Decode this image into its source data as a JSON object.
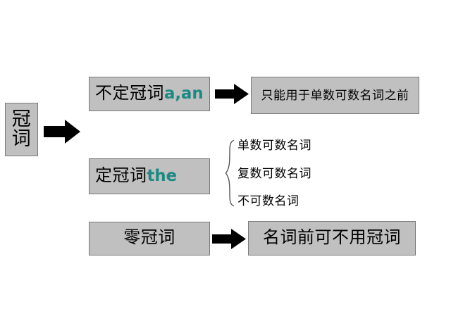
{
  "diagram": {
    "title": "冠词",
    "root": {
      "label": "冠词",
      "char1": "冠",
      "char2": "词"
    },
    "colors": {
      "box_fill": "#c0c0c0",
      "box_border": "#7a7a7a",
      "accent_teal": "#1b8a84",
      "arrow": "#000000",
      "text": "#000000",
      "background": "#ffffff"
    },
    "branches": [
      {
        "id": "indefinite",
        "label_cn": "不定冠词",
        "label_en": "a,an",
        "arrow": "right-block-arrow",
        "result": "只能用于单数可数名词之前"
      },
      {
        "id": "definite",
        "label_cn": "定冠词",
        "label_en": "the",
        "brace": "left-curly-brace",
        "items": [
          "单数可数名词",
          "复数可数名词",
          "不可数名词"
        ]
      },
      {
        "id": "zero",
        "label_cn": "零冠词",
        "label_en": "",
        "arrow": "right-block-arrow",
        "result": "名词前可不用冠词"
      }
    ],
    "arrows": {
      "root_to_branches": "right-block-arrow",
      "indefinite_to_result": "right-block-arrow",
      "zero_to_result": "right-block-arrow"
    }
  }
}
